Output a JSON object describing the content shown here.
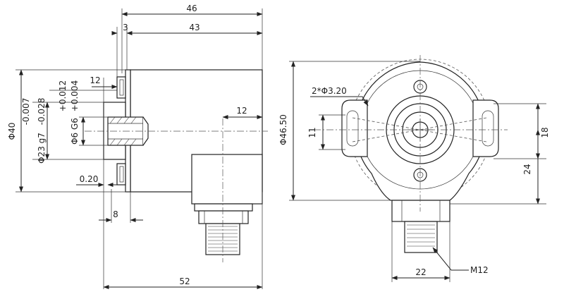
{
  "dimensions": {
    "overall_length": "46",
    "body_length": "43",
    "flange_thickness": "3",
    "clamp_offset": "12",
    "connector_offset": "12",
    "shaft_step": "0.20",
    "flange_width": "8",
    "total_length": "52",
    "body_diameter": "Φ40",
    "tol_upper": "-0.007",
    "tol_lower": "-0.028",
    "spigot_fit": "Φ23 g7",
    "bore_tol_upper": "+0.012",
    "bore_tol_lower": "+0.004",
    "bore_fit": "Φ6 G6",
    "housing_diameter": "Φ46.50",
    "slot_holes": "2*Φ3.20",
    "slot_width": "11",
    "slot_height": "18",
    "connector_height": "24",
    "connector_width": "22",
    "thread": "M12"
  }
}
